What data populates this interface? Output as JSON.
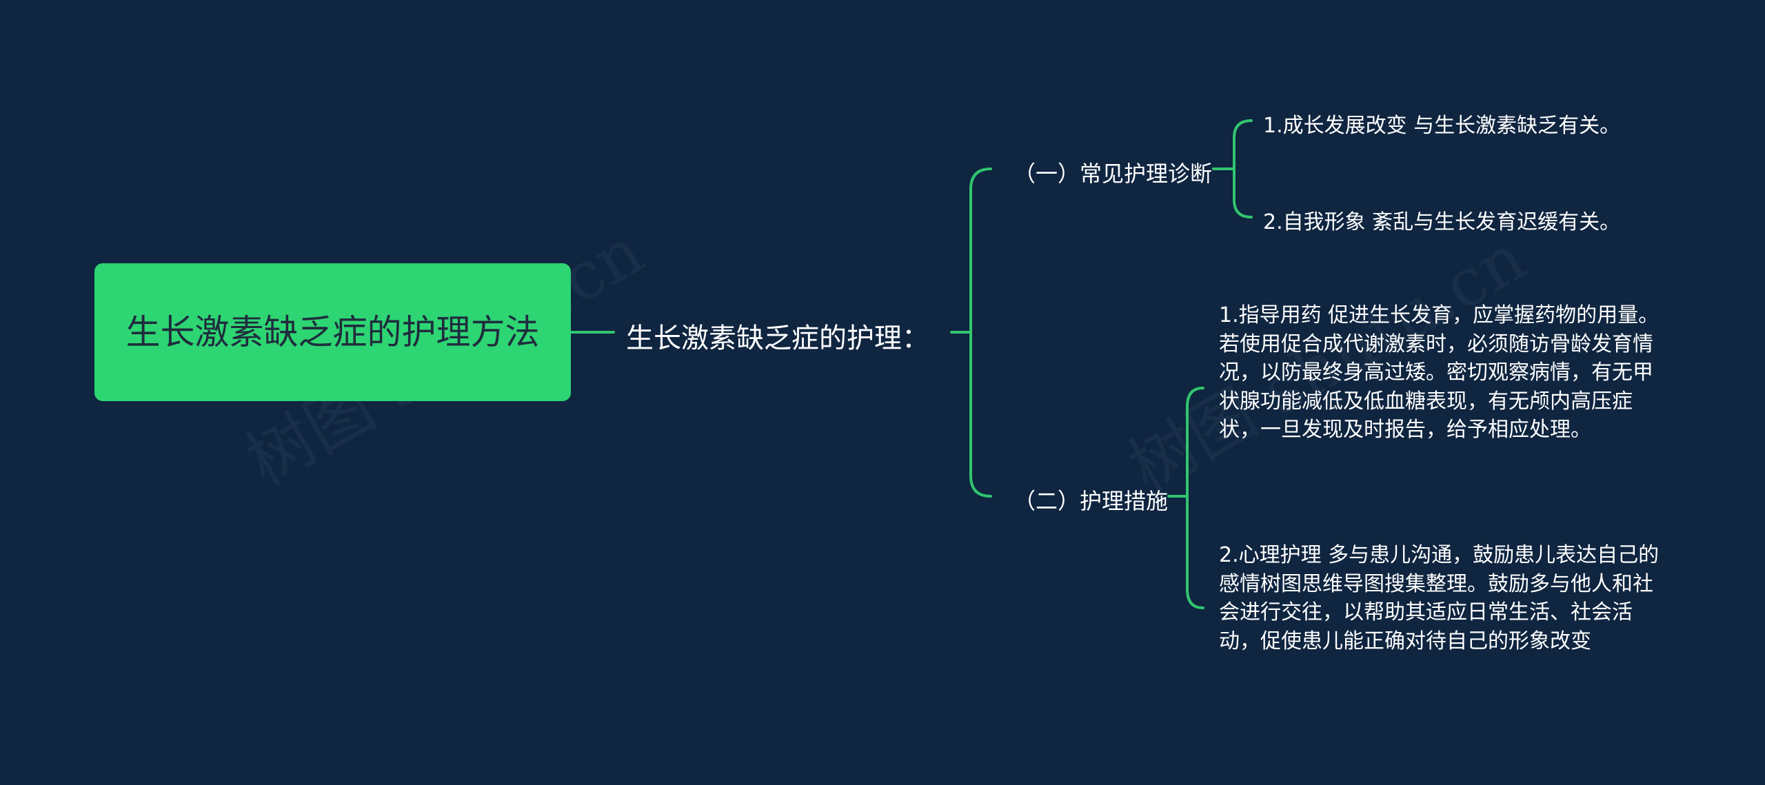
{
  "watermark": "树图 shutu.cn",
  "root": {
    "text": "生长激素缺乏症的护理方法"
  },
  "level1": {
    "text": "生长激素缺乏症的护理："
  },
  "branches": [
    {
      "label": "（一）常见护理诊断",
      "items": [
        "1.成长发展改变 与生长激素缺乏有关。",
        "2.自我形象 紊乱与生长发育迟缓有关。"
      ]
    },
    {
      "label": "（二）护理措施",
      "items": [
        "1.指导用药 促进生长发育，应掌握药物的用量。若使用促合成代谢激素时，必须随访骨龄发育情况，以防最终身高过矮。密切观察病情，有无甲状腺功能减低及低血糖表现，有无颅内高压症状，一旦发现及时报告，给予相应处理。",
        "2.心理护理 多与患儿沟通，鼓励患儿表达自己的感情树图思维导图搜集整理。鼓励多与他人和社会进行交往，以帮助其适应日常生活、社会活动，促使患儿能正确对待自己的形象改变"
      ]
    }
  ],
  "colors": {
    "background": "#0f2540",
    "accent": "#2ed573",
    "connector": "#31c56f",
    "text": "#ffffff",
    "root_text": "#1f2d3d"
  }
}
